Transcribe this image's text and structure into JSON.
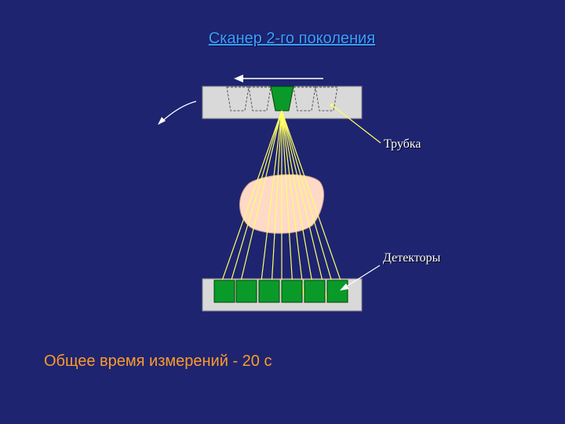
{
  "slide": {
    "title": "Сканер 2-го поколения",
    "footnote": "Общее время измерений - 20 с"
  },
  "labels": {
    "tube": "Трубка",
    "detectors": "Детекторы"
  },
  "colors": {
    "background": "#1e2470",
    "title": "#3aa0ff",
    "footnote": "#ff9a2a",
    "housing": "#d9d9d9",
    "active_tube": "#0a9a2a",
    "beam": "#ffff66",
    "object": "#ffd9c8"
  }
}
